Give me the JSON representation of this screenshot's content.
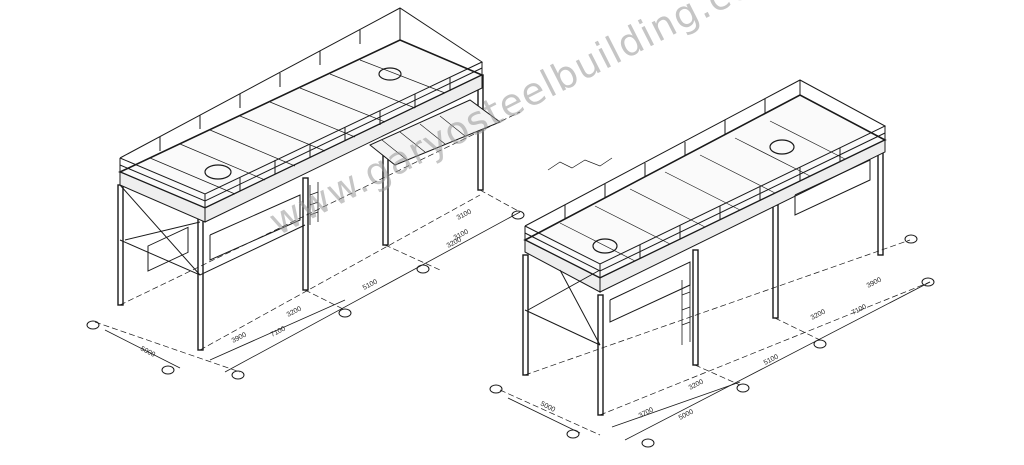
{
  "watermark": "www.garyosteelbuilding.com",
  "left_structure": {
    "dimensions": [
      "5000",
      "3900",
      "7100",
      "3200",
      "5100",
      "3200",
      "3100",
      "3100"
    ]
  },
  "right_structure": {
    "dimensions": [
      "5000",
      "3700",
      "5000",
      "3200",
      "5100",
      "3200",
      "7100",
      "3900"
    ]
  },
  "colors": {
    "line": "#1a1a1a",
    "watermark": "#999999"
  }
}
